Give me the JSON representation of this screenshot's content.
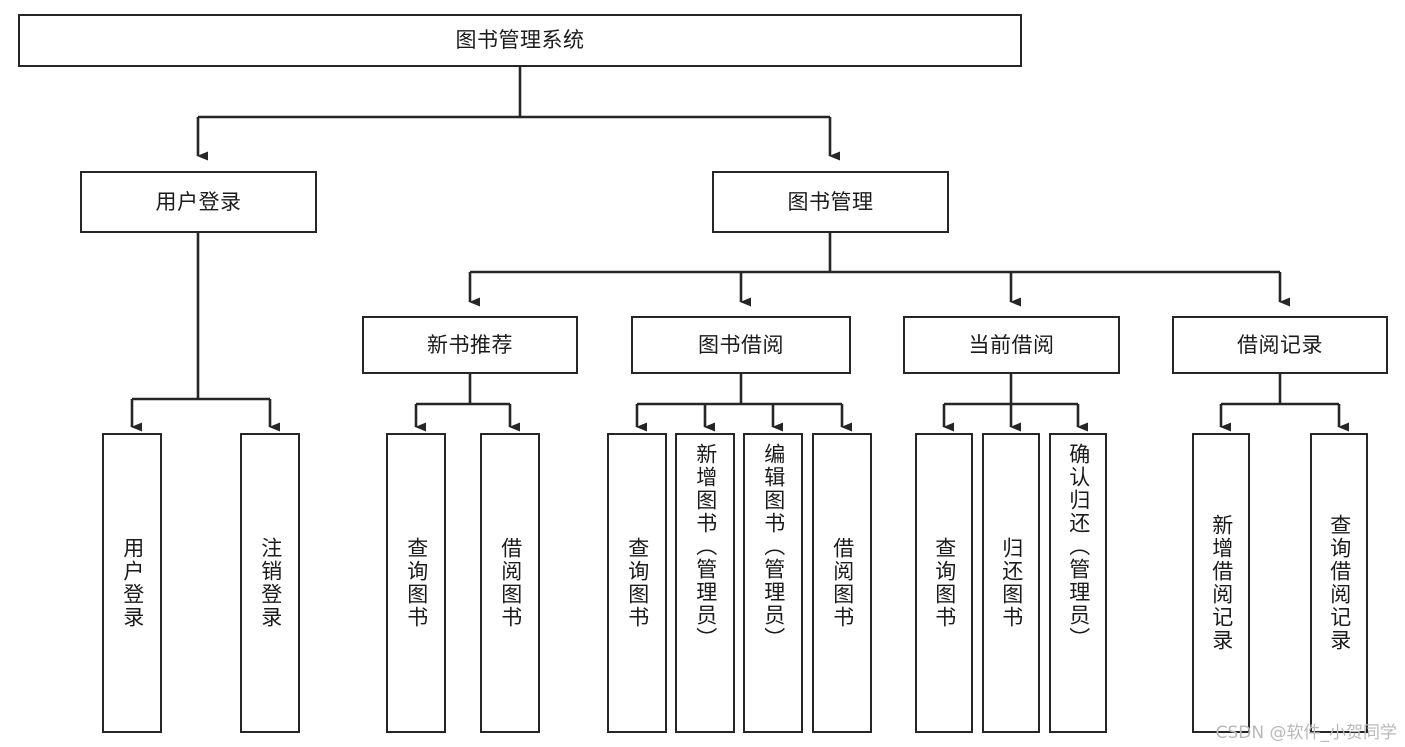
{
  "diagram": {
    "type": "hierarchy-tree",
    "title": "图书管理系统",
    "orientation": "top-down",
    "colors": {
      "box_border": "#262626",
      "box_fill": "#ffffff",
      "connector": "#262626",
      "text": "#1b1b1b",
      "watermark": "#b9b9b9",
      "background": "#ffffff"
    },
    "levels": {
      "root": "图书管理系统",
      "level2": [
        "用户登录",
        "图书管理"
      ],
      "level3": [
        "新书推荐",
        "图书借阅",
        "当前借阅",
        "借阅记录"
      ],
      "leaves": [
        "用户登录",
        "注销登录",
        "查询图书",
        "借阅图书",
        "查询图书",
        "新增图书（管理员）",
        "编辑图书（管理员）",
        "借阅图书",
        "查询图书",
        "归还图书",
        "确认归还（管理员）",
        "新增借阅记录",
        "查询借阅记录"
      ]
    },
    "nodes": {
      "root": {
        "label": "图书管理系统"
      },
      "user_login": {
        "label": "用户登录"
      },
      "book_manage": {
        "label": "图书管理"
      },
      "new_book_rec": {
        "label": "新书推荐"
      },
      "book_borrow": {
        "label": "图书借阅"
      },
      "current_borrow": {
        "label": "当前借阅"
      },
      "borrow_record": {
        "label": "借阅记录"
      },
      "leaf_user_login": {
        "label": "用户登录"
      },
      "leaf_logout": {
        "label": "注销登录"
      },
      "leaf_query_book_1": {
        "label": "查询图书"
      },
      "leaf_borrow_book_1": {
        "label": "借阅图书"
      },
      "leaf_query_book_2": {
        "label": "查询图书"
      },
      "leaf_add_book": {
        "label": "新增图书（管理员）"
      },
      "leaf_edit_book": {
        "label": "编辑图书（管理员）"
      },
      "leaf_borrow_book_2": {
        "label": "借阅图书"
      },
      "leaf_query_book_3": {
        "label": "查询图书"
      },
      "leaf_return_book": {
        "label": "归还图书"
      },
      "leaf_confirm_return": {
        "label": "确认归还（管理员）"
      },
      "leaf_add_record": {
        "label": "新增借阅记录"
      },
      "leaf_query_record": {
        "label": "查询借阅记录"
      }
    },
    "edges": [
      {
        "from": "root",
        "to": "user_login"
      },
      {
        "from": "root",
        "to": "book_manage"
      },
      {
        "from": "user_login",
        "to": "leaf_user_login"
      },
      {
        "from": "user_login",
        "to": "leaf_logout"
      },
      {
        "from": "book_manage",
        "to": "new_book_rec"
      },
      {
        "from": "book_manage",
        "to": "book_borrow"
      },
      {
        "from": "book_manage",
        "to": "current_borrow"
      },
      {
        "from": "book_manage",
        "to": "borrow_record"
      },
      {
        "from": "new_book_rec",
        "to": "leaf_query_book_1"
      },
      {
        "from": "new_book_rec",
        "to": "leaf_borrow_book_1"
      },
      {
        "from": "book_borrow",
        "to": "leaf_query_book_2"
      },
      {
        "from": "book_borrow",
        "to": "leaf_add_book"
      },
      {
        "from": "book_borrow",
        "to": "leaf_edit_book"
      },
      {
        "from": "book_borrow",
        "to": "leaf_borrow_book_2"
      },
      {
        "from": "current_borrow",
        "to": "leaf_query_book_3"
      },
      {
        "from": "current_borrow",
        "to": "leaf_return_book"
      },
      {
        "from": "current_borrow",
        "to": "leaf_confirm_return"
      },
      {
        "from": "borrow_record",
        "to": "leaf_add_record"
      },
      {
        "from": "borrow_record",
        "to": "leaf_query_record"
      }
    ]
  },
  "watermark": {
    "text": "CSDN @软件_小贺同学"
  }
}
